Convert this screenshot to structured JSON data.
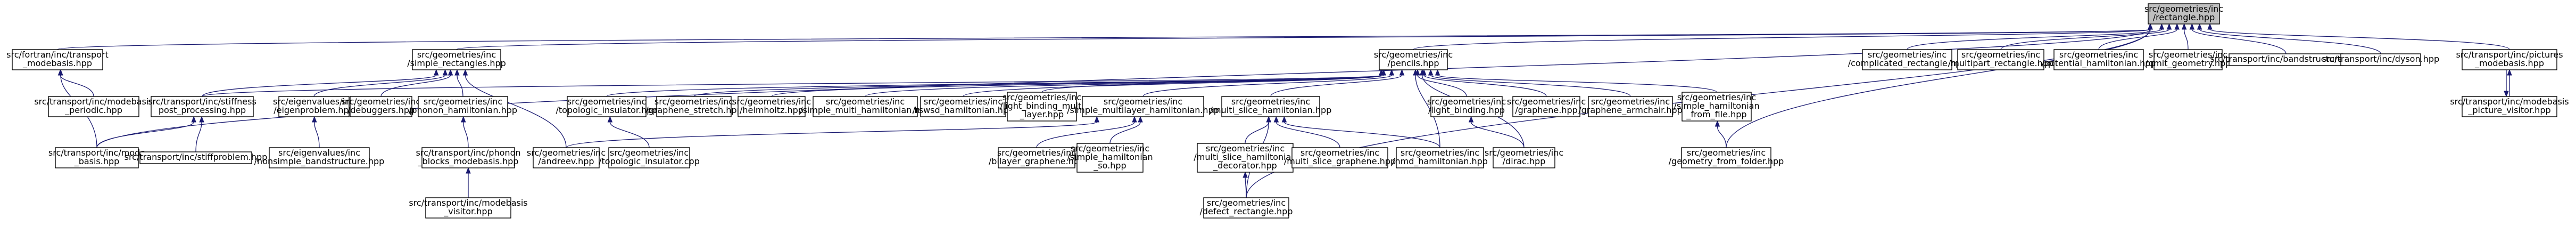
{
  "graph": {
    "title": "",
    "colors": {
      "edge": "#191970",
      "root_fill": "#bfbfbf",
      "node_fill": "#ffffff",
      "node_border": "#000000"
    },
    "nodes": [
      {
        "id": "root",
        "lines": [
          "src/geometries/inc",
          "/rectangle.hpp"
        ]
      },
      {
        "id": "fortran_transport",
        "lines": [
          "src/fortran/inc/transport",
          "_modebasis.hpp"
        ]
      },
      {
        "id": "simple_rectangles",
        "lines": [
          "src/geometries/inc",
          "/simple_rectangles.hpp"
        ]
      },
      {
        "id": "pencils",
        "lines": [
          "src/geometries/inc",
          "/pencils.hpp"
        ]
      },
      {
        "id": "complicated_rectangle",
        "lines": [
          "src/geometries/inc",
          "/complicated_rectangle.hpp"
        ]
      },
      {
        "id": "multipart_rectangle",
        "lines": [
          "src/geometries/inc",
          "/multipart_rectangle.hpp"
        ]
      },
      {
        "id": "potential_hamiltonian",
        "lines": [
          "src/geometries/inc",
          "/potential_hamiltonian.hpp"
        ]
      },
      {
        "id": "qmit_geometry",
        "lines": [
          "src/geometries/inc",
          "/qmit_geometry.hpp"
        ]
      },
      {
        "id": "bandstructure",
        "lines": [
          "src/transport/inc/bandstructure.hpp"
        ]
      },
      {
        "id": "dyson",
        "lines": [
          "src/transport/inc/dyson.hpp"
        ]
      },
      {
        "id": "pictures_modebasis",
        "lines": [
          "src/transport/inc/pictures",
          "_modebasis.hpp"
        ]
      },
      {
        "id": "fortran_periodic",
        "lines": [
          "src/transport/inc/modebasis",
          "_periodic.hpp"
        ]
      },
      {
        "id": "stiffness_post",
        "lines": [
          "src/transport/inc/stiffness",
          "post_processing.hpp"
        ]
      },
      {
        "id": "eigenvalues",
        "lines": [
          "src/eigenvalues/inc",
          "/eigenproblem.hpp"
        ]
      },
      {
        "id": "debuggers",
        "lines": [
          "src/geometries/inc",
          "/debuggers.hpp"
        ]
      },
      {
        "id": "phonon_hamiltonian",
        "lines": [
          "src/geometries/inc",
          "/phonon_hamiltonian.hpp"
        ]
      },
      {
        "id": "topologic_insulator",
        "lines": [
          "src/geometries/inc",
          "/topologic_insulator.hpp"
        ]
      },
      {
        "id": "graphene_stretch",
        "lines": [
          "src/geometries/inc",
          "/graphene_stretch.hpp"
        ]
      },
      {
        "id": "helmholtz",
        "lines": [
          "src/geometries/inc",
          "/helmholtz.hpp"
        ]
      },
      {
        "id": "simple_multi_hamiltonian",
        "lines": [
          "src/geometries/inc",
          "/simple_multi_hamiltonian.hpp"
        ]
      },
      {
        "id": "rashba_hamiltonian",
        "lines": [
          "src/geometries/inc",
          "/rswsd_hamiltonian.hpp"
        ]
      },
      {
        "id": "light_binding_multi",
        "lines": [
          "src/geometries/inc",
          "/light_binding_multi",
          "_layer.hpp"
        ]
      },
      {
        "id": "simple_multilayer",
        "lines": [
          "src/geometries/inc",
          "/simple_multilayer_hamiltonian.hpp"
        ]
      },
      {
        "id": "multi_slice_hamiltonian",
        "lines": [
          "src/geometries/inc",
          "/multi_slice_hamiltonian.hpp"
        ]
      },
      {
        "id": "light_binding",
        "lines": [
          "src/geometries/inc",
          "/light_binding.hpp"
        ]
      },
      {
        "id": "graphene",
        "lines": [
          "src/geometries/inc",
          "/graphene.hpp"
        ]
      },
      {
        "id": "graphene_armchair",
        "lines": [
          "src/geometries/inc",
          "/graphene_armchair.hpp"
        ]
      },
      {
        "id": "simple_hamiltonian_file",
        "lines": [
          "src/geometries/inc",
          "/simple_hamiltonian",
          "_from_file.hpp"
        ]
      },
      {
        "id": "transport_mode_basis",
        "lines": [
          "src/transport/inc/mode",
          "_basis.hpp"
        ]
      },
      {
        "id": "stiffproblem",
        "lines": [
          "src/transport/inc/stiffproblem.hpp"
        ]
      },
      {
        "id": "nonsimple_bandstructure",
        "lines": [
          "src/eigenvalues/inc",
          "/nonsimple_bandstructure.hpp"
        ]
      },
      {
        "id": "phonon_blocks",
        "lines": [
          "src/transport/inc/phonon",
          "_blocks_modebasis.hpp"
        ]
      },
      {
        "id": "andreev",
        "lines": [
          "src/geometries/inc",
          "/andreev.hpp"
        ]
      },
      {
        "id": "topologic_insulator_cpp",
        "lines": [
          "src/geometries/inc",
          "/topologic_insulator.cpp"
        ]
      },
      {
        "id": "bilayer_graphene",
        "lines": [
          "src/geometries/inc",
          "/bilayer_graphene.hpp"
        ]
      },
      {
        "id": "simple_hamiltonian_so",
        "lines": [
          "src/geometries/inc",
          "/simple_hamiltonian",
          "_so.hpp"
        ]
      },
      {
        "id": "multi_slice_decorator",
        "lines": [
          "src/geometries/inc",
          "/multi_slice_hamiltonian",
          "_decorator.hpp"
        ]
      },
      {
        "id": "multi_slice_graphene",
        "lines": [
          "src/geometries/inc",
          "/multi_slice_graphene.hpp"
        ]
      },
      {
        "id": "hmd_hamiltonian",
        "lines": [
          "src/geometries/inc",
          "/hmd_hamiltonian.hpp"
        ]
      },
      {
        "id": "dirac",
        "lines": [
          "src/geometries/inc",
          "/dirac.hpp"
        ]
      },
      {
        "id": "geometry_from_folder",
        "lines": [
          "src/geometries/inc",
          "/geometry_from_folder.hpp"
        ]
      },
      {
        "id": "pictures_visitor",
        "lines": [
          "src/transport/inc/modebasis",
          "_picture_visitor.hpp"
        ]
      },
      {
        "id": "modebasis_visitor",
        "lines": [
          "src/transport/inc/modebasis",
          "_visitor.hpp"
        ]
      },
      {
        "id": "defect_rectangle",
        "lines": [
          "src/geometries/inc",
          "/defect_rectangle.hpp"
        ]
      }
    ],
    "edges": [
      [
        "fortran_transport",
        "root"
      ],
      [
        "simple_rectangles",
        "root"
      ],
      [
        "pencils",
        "root"
      ],
      [
        "complicated_rectangle",
        "root"
      ],
      [
        "multipart_rectangle",
        "root"
      ],
      [
        "potential_hamiltonian",
        "root"
      ],
      [
        "qmit_geometry",
        "root"
      ],
      [
        "bandstructure",
        "root"
      ],
      [
        "dyson",
        "root"
      ],
      [
        "pictures_modebasis",
        "root"
      ],
      [
        "transport_mode_basis",
        "root"
      ],
      [
        "geometry_from_folder",
        "root"
      ],
      [
        "defect_rectangle",
        "root"
      ],
      [
        "fortran_periodic",
        "fortran_transport"
      ],
      [
        "transport_mode_basis",
        "fortran_transport"
      ],
      [
        "stiffness_post",
        "simple_rectangles"
      ],
      [
        "eigenvalues",
        "simple_rectangles"
      ],
      [
        "debuggers",
        "simple_rectangles"
      ],
      [
        "phonon_hamiltonian",
        "simple_rectangles"
      ],
      [
        "andreev",
        "simple_rectangles"
      ],
      [
        "transport_mode_basis",
        "stiffness_post"
      ],
      [
        "stiffproblem",
        "stiffness_post"
      ],
      [
        "nonsimple_bandstructure",
        "eigenvalues"
      ],
      [
        "phonon_blocks",
        "phonon_hamiltonian"
      ],
      [
        "modebasis_visitor",
        "phonon_blocks"
      ],
      [
        "topologic_insulator",
        "pencils"
      ],
      [
        "graphene_stretch",
        "pencils"
      ],
      [
        "helmholtz",
        "pencils"
      ],
      [
        "simple_multi_hamiltonian",
        "pencils"
      ],
      [
        "rashba_hamiltonian",
        "pencils"
      ],
      [
        "light_binding_multi",
        "pencils"
      ],
      [
        "simple_multilayer",
        "pencils"
      ],
      [
        "multi_slice_hamiltonian",
        "pencils"
      ],
      [
        "light_binding",
        "pencils"
      ],
      [
        "graphene",
        "pencils"
      ],
      [
        "graphene_armchair",
        "pencils"
      ],
      [
        "simple_hamiltonian_file",
        "pencils"
      ],
      [
        "hmd_hamiltonian",
        "pencils"
      ],
      [
        "dirac",
        "pencils"
      ],
      [
        "stiffness_post",
        "pencils"
      ],
      [
        "topologic_insulator_cpp",
        "topologic_insulator"
      ],
      [
        "andreev",
        "simple_multilayer"
      ],
      [
        "bilayer_graphene",
        "simple_multilayer"
      ],
      [
        "simple_hamiltonian_so",
        "simple_multilayer"
      ],
      [
        "multi_slice_decorator",
        "multi_slice_hamiltonian"
      ],
      [
        "multi_slice_graphene",
        "multi_slice_hamiltonian"
      ],
      [
        "hmd_hamiltonian",
        "multi_slice_hamiltonian"
      ],
      [
        "defect_rectangle",
        "multi_slice_hamiltonian"
      ],
      [
        "defect_rectangle",
        "multi_slice_decorator"
      ],
      [
        "dirac",
        "light_binding"
      ],
      [
        "geometry_from_folder",
        "simple_hamiltonian_file"
      ],
      [
        "pictures_visitor",
        "pictures_modebasis"
      ],
      [
        "pictures_modebasis",
        "pictures_visitor"
      ]
    ]
  }
}
